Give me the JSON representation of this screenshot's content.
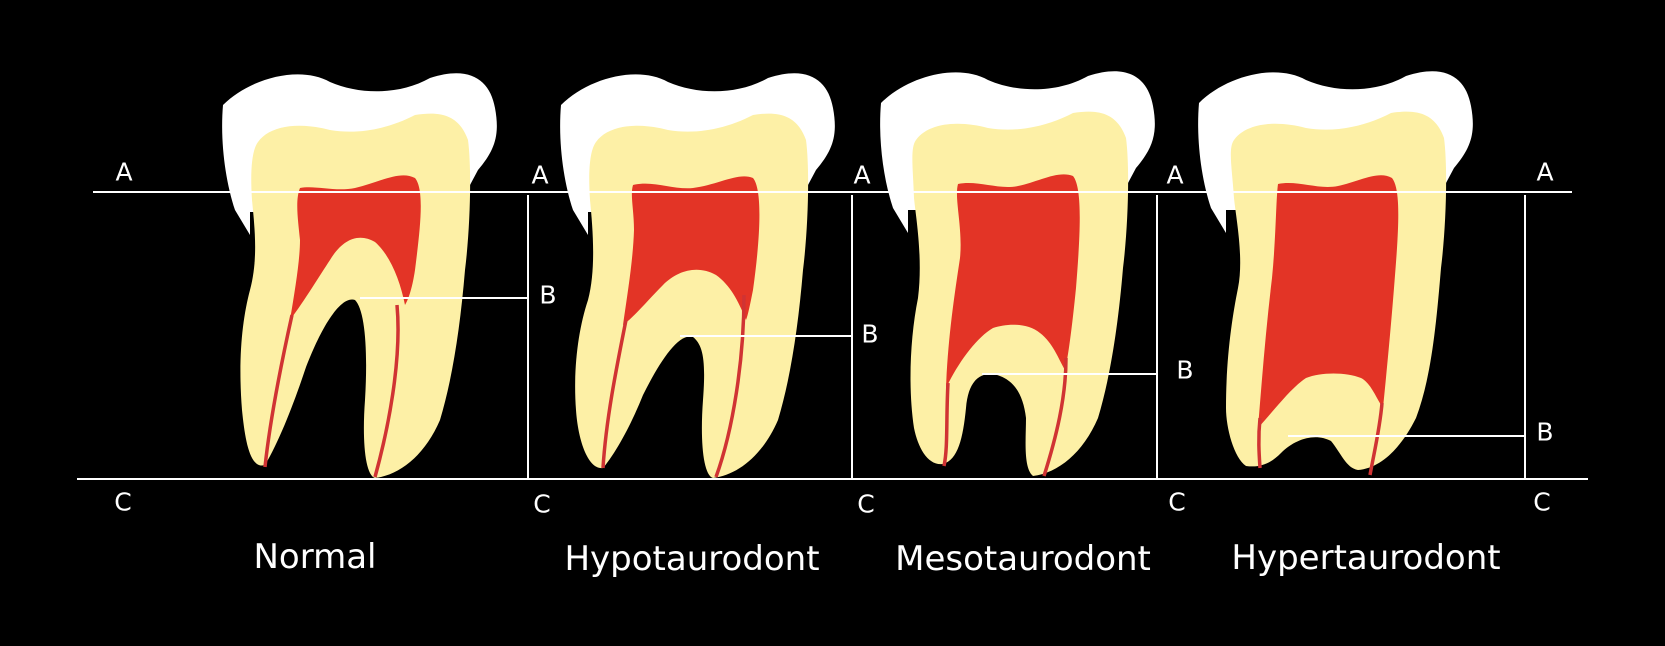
{
  "colors": {
    "background": "#000000",
    "enamel": "#ffffff",
    "dentin": "#fdf0a6",
    "pulp": "#e33426",
    "canal": "#d03333",
    "lines": "#ffffff"
  },
  "reference_lines": {
    "A": "A",
    "B": "B",
    "C": "C"
  },
  "teeth": [
    {
      "name": "Normal",
      "label_a": "A",
      "label_b": "B",
      "label_c": "C"
    },
    {
      "name": "Hypotaurodont",
      "label_a": "A",
      "label_b": "B",
      "label_c": "C"
    },
    {
      "name": "Mesotaurodont",
      "label_a": "A",
      "label_b": "B",
      "label_c": "C"
    },
    {
      "name": "Hypertaurodont",
      "label_a": "A",
      "label_b": "B",
      "label_c": "C"
    }
  ],
  "final_labels": {
    "a": "A",
    "c": "C"
  }
}
